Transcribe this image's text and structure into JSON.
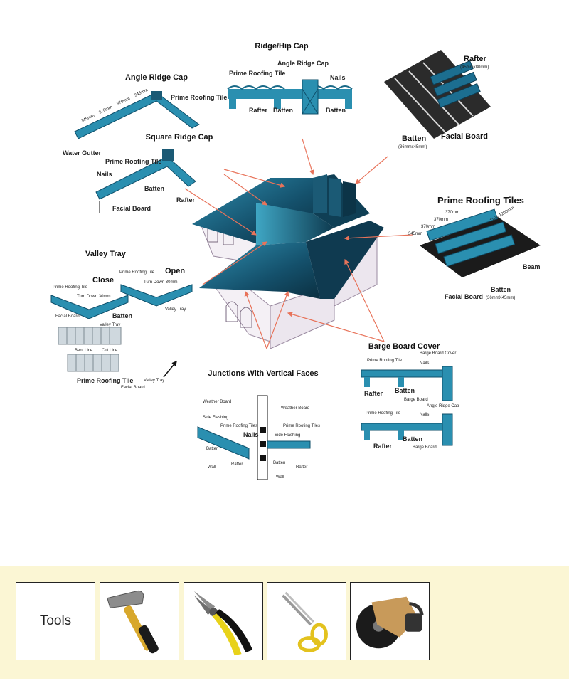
{
  "diagram": {
    "ridge_hip_cap": {
      "title": "Ridge/Hip Cap",
      "labels": [
        "Prime Roofing Tile",
        "Angle Ridge Cap",
        "Nails",
        "Rafter",
        "Batten",
        "Batten"
      ]
    },
    "angle_ridge_cap": {
      "title": "Angle Ridge Cap",
      "labels": [
        "Prime Roofing Tile",
        "Water Gutter"
      ],
      "dims": [
        "345mm",
        "370mm",
        "370mm",
        "345mm"
      ]
    },
    "square_ridge_cap": {
      "title": "Square Ridge Cap",
      "labels": [
        "Prime Roofing Tile",
        "Nails",
        "Batten",
        "Rafter",
        "Facial Board"
      ]
    },
    "rafter_detail": {
      "labels": [
        "Rafter",
        "(45mmx80mm)",
        "Batten",
        "(36mmx45mm)",
        "Facial Board"
      ]
    },
    "prime_roofing_tiles": {
      "title": "Prime Roofing Tiles",
      "dims": [
        "370mm",
        "370mm",
        "370mm",
        "345mm",
        "1100-1200mm"
      ],
      "labels": [
        "Beam",
        "Facial Board",
        "Batten",
        "(36mmX45mm)"
      ]
    },
    "valley_tray": {
      "title": "Valley Tray",
      "close": "Close",
      "open": "Open",
      "labels_close": [
        "Prime Roofing Tile",
        "Turn Down 30mm",
        "Facial Board",
        "Batten",
        "Valley Tray"
      ],
      "labels_open": [
        "Prime Roofing Tile",
        "Turn Down 30mm",
        "Valley Tray"
      ],
      "labels_bottom": [
        "Bent Line",
        "Cut Line",
        "Prime Roofing Tile",
        "Facial Board",
        "Valley Tray"
      ]
    },
    "junctions": {
      "title": "Junctions With Vertical Faces",
      "labels": [
        "Weather Board",
        "Side Flashing",
        "Prime Roofing Tiles",
        "Nails",
        "Batten",
        "Rafter",
        "Wall",
        "Weather Board",
        "Prime Roofing Tiles",
        "Side Flashing",
        "Batten",
        "Rafter",
        "Wall"
      ]
    },
    "barge_board": {
      "title": "Barge Board Cover",
      "labels": [
        "Prime Roofing Tile",
        "Barge Board Cover",
        "Nails",
        "Rafter",
        "Batten",
        "Barge Board",
        "Angle Ridge Cap",
        "Prime Roofing Tile",
        "Nails",
        "Rafter",
        "Batten",
        "Barge Board"
      ]
    }
  },
  "tools": {
    "label": "Tools",
    "items": [
      "hammer",
      "pliers",
      "scissors",
      "cutoff-saw"
    ]
  },
  "colors": {
    "roof": "#1f6e8c",
    "roof_dark": "#123f55",
    "arrow": "#e8735a",
    "band": "#fbf6d4"
  }
}
